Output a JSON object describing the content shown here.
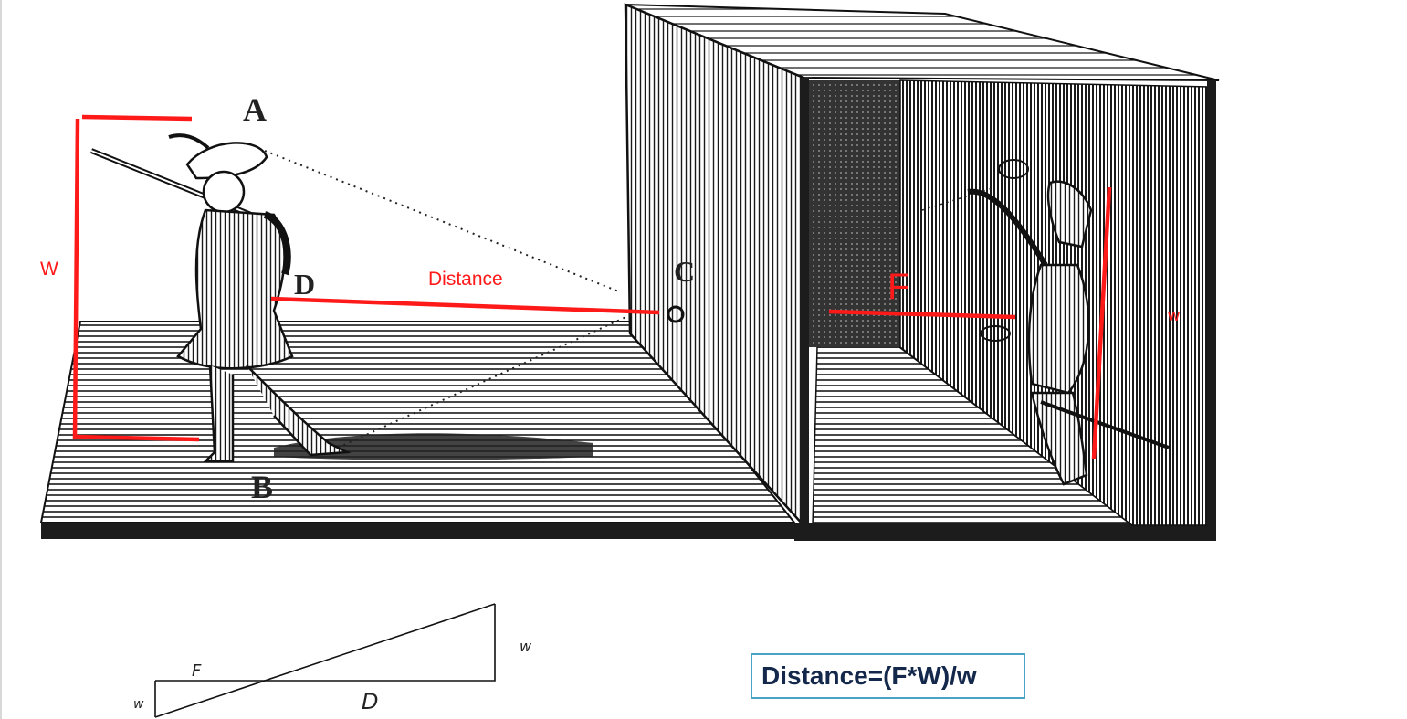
{
  "engraving": {
    "label_a": "A",
    "label_b": "B",
    "label_c": "C",
    "label_d": "D"
  },
  "annotations": {
    "object_width_label": "W",
    "distance_label": "Distance",
    "focal_label": "F",
    "image_width_label": "w"
  },
  "sketch": {
    "focal_label": "F",
    "distance_label": "D",
    "object_width_label": "w",
    "image_width_label": "w"
  },
  "formula": {
    "text": "Distance=(F*W)/w"
  },
  "colors": {
    "annotation_red": "#ff1a1a",
    "formula_border": "#4aa3c7",
    "formula_text": "#14284b"
  }
}
